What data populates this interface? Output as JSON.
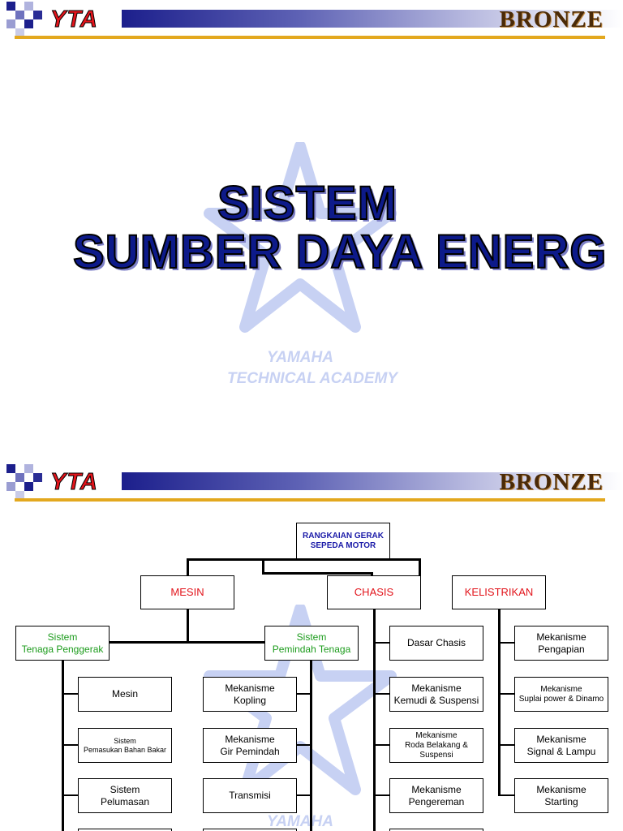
{
  "slide1": {
    "logo": "YTA",
    "level": "BRONZE",
    "title_line1": "SISTEM",
    "title_line2": "SUMBER DAYA ENERG",
    "watermark_line1": "YAMAHA",
    "watermark_line2": "TECHNICAL ACADEMY"
  },
  "slide2": {
    "logo": "YTA",
    "level": "BRONZE",
    "watermark": "YAMAHA",
    "root": {
      "line1": "RANGKAIAN GERAK",
      "line2": "SEPEDA MOTOR"
    },
    "mesin": "MESIN",
    "chasis": "CHASIS",
    "kelistrikan": "KELISTRIKAN",
    "sistem_tenaga": {
      "line1": "Sistem",
      "line2": "Tenaga Penggerak"
    },
    "sistem_pemindah": {
      "line1": "Sistem",
      "line2": "Pemindah Tenaga"
    },
    "tenaga_items": [
      {
        "line1": "Mesin",
        "line2": ""
      },
      {
        "line1": "Sistem",
        "line2": "Pemasukan Bahan Bakar"
      },
      {
        "line1": "Sistem",
        "line2": "Pelumasan"
      }
    ],
    "pemindah_items": [
      {
        "line1": "Mekanisme",
        "line2": "Kopling"
      },
      {
        "line1": "Mekanisme",
        "line2": "Gir Pemindah"
      },
      {
        "line1": "Transmisi",
        "line2": ""
      }
    ],
    "chasis_items": [
      {
        "line1": "Dasar Chasis",
        "line2": "",
        "line3": ""
      },
      {
        "line1": "Mekanisme",
        "line2": "Kemudi & Suspensi",
        "line3": ""
      },
      {
        "line1": "Mekanisme",
        "line2": "Roda Belakang &",
        "line3": "Suspensi"
      },
      {
        "line1": "Mekanisme",
        "line2": "Pengereman",
        "line3": ""
      }
    ],
    "kelistrikan_items": [
      {
        "line1": "Mekanisme",
        "line2": "Pengapian"
      },
      {
        "line1": "Mekanisme",
        "line2": "Suplai power & Dinamo"
      },
      {
        "line1": "Mekanisme",
        "line2": "Signal & Lampu"
      },
      {
        "line1": "Mekanisme",
        "line2": "Starting"
      }
    ]
  },
  "colors": {
    "navy_title": "#0d1a8a",
    "red_label": "#e2141b",
    "green_label": "#1b9b1b",
    "root_label": "#1a1aa8",
    "gold_rule": "#e3a81e",
    "watermark": "#c7d1f3"
  }
}
